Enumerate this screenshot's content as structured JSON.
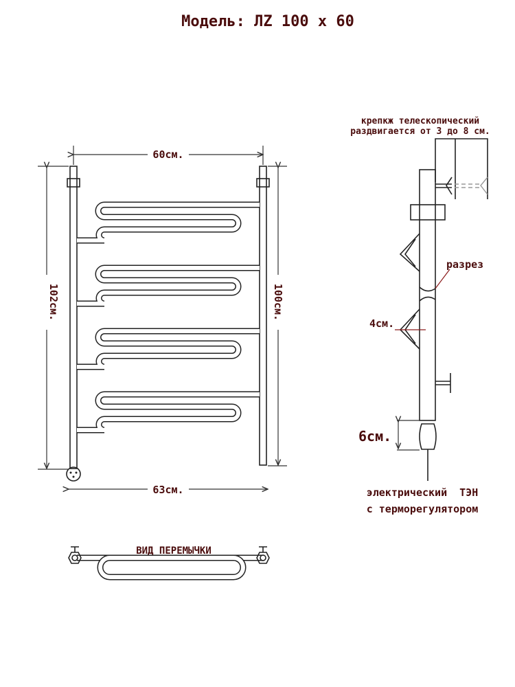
{
  "title": "Модель: ЛZ 100 х 60",
  "front_view": {
    "width_top": "60см.",
    "width_bottom": "63см.",
    "height_left": "102см.",
    "height_right": "100см."
  },
  "side_view": {
    "mount_label_line1": "крепкж телескопический",
    "mount_label_line2": "раздвигается от 3 до 8 см.",
    "cut_label": "разрез",
    "depth_label": "4см.",
    "heater_height": "6см.",
    "heater_label_line1": "электрический  ТЭН",
    "heater_label_line2": "с терморегулятором"
  },
  "jumper_view": {
    "label": "ВИД ПЕРЕМЫЧКИ"
  },
  "colors": {
    "text": "#4a0c0c",
    "line": "#222222"
  }
}
